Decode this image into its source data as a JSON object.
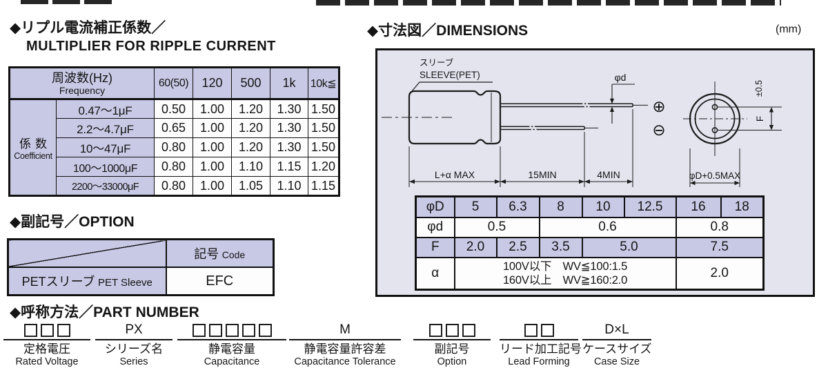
{
  "ripple": {
    "title_jp": "◆リプル電流補正係数／",
    "title_en": "MULTIPLIER FOR RIPPLE CURRENT",
    "header": {
      "freq_jp": "周波数(Hz)",
      "freq_en": "Frequency",
      "cols": [
        "60(50)",
        "120",
        "500",
        "1k",
        "10k≦"
      ]
    },
    "coeff_jp": "係数",
    "coeff_en": "Coefficient",
    "rows": [
      {
        "range": "0.47～1μF",
        "values": [
          "0.50",
          "1.00",
          "1.20",
          "1.30",
          "1.50"
        ]
      },
      {
        "range": "2.2～4.7μF",
        "values": [
          "0.65",
          "1.00",
          "1.20",
          "1.30",
          "1.50"
        ]
      },
      {
        "range": "10～47μF",
        "values": [
          "0.80",
          "1.00",
          "1.20",
          "1.30",
          "1.50"
        ]
      },
      {
        "range": "100～1000μF",
        "values": [
          "0.80",
          "1.00",
          "1.10",
          "1.15",
          "1.20"
        ]
      },
      {
        "range": "2200～33000μF",
        "values": [
          "0.80",
          "1.00",
          "1.05",
          "1.10",
          "1.15"
        ]
      }
    ]
  },
  "option": {
    "title": "◆副記号／OPTION",
    "code_header_jp": "記号",
    "code_header_en": "Code",
    "row": {
      "label_jp": "PETスリーブ",
      "label_en": "PET Sleeve",
      "code": "EFC"
    }
  },
  "dimensions": {
    "title": "◆寸法図／DIMENSIONS",
    "unit": "(mm)",
    "diagram": {
      "sleeve_jp": "スリーブ",
      "sleeve_en": "SLEEVE(PET)",
      "lead_dia_label": "φd",
      "polarity_plus": "⊕",
      "polarity_minus": "⊖",
      "body_length_label": "L+α MAX",
      "lead_min_label": "15MIN",
      "tip_min_label": "4MIN",
      "f_tolerance_label": "±0.5",
      "lead_space_label": "F",
      "case_dia_label": "φD+0.5MAX"
    },
    "table": {
      "d_label": "φD",
      "d_values": [
        "5",
        "6.3",
        "8",
        "10",
        "12.5",
        "16",
        "18"
      ],
      "lead_label": "φd",
      "lead_values": [
        "0.5",
        "0.6",
        "0.8"
      ],
      "f_label": "F",
      "f_values": [
        "2.0",
        "2.5",
        "3.5",
        "5.0",
        "7.5"
      ],
      "alpha_label": "α",
      "alpha_note_line1": "100V以下　WV≦100:1.5",
      "alpha_note_line2": "160V以上　WV≧160:2.0",
      "alpha_value": "2.0"
    }
  },
  "part_number": {
    "title": "◆呼称方法／PART NUMBER",
    "fields": [
      {
        "code": "",
        "jp": "定格電圧",
        "en": "Rated Voltage"
      },
      {
        "code": "PX",
        "jp": "シリーズ名",
        "en": "Series"
      },
      {
        "code": "",
        "jp": "静電容量",
        "en": "Capacitance"
      },
      {
        "code": "M",
        "jp": "静電容量許容差",
        "en": "Capacitance Tolerance"
      },
      {
        "code": "",
        "jp": "副記号",
        "en": "Option"
      },
      {
        "code": "",
        "jp": "リード加工記号",
        "en": "Lead Forming"
      },
      {
        "code": "D×L",
        "jp": "ケースサイズ",
        "en": "Case Size"
      }
    ]
  },
  "colors": {
    "accent_lavender": "#c8c9e5",
    "panel_bg": "#e4e4ef",
    "line": "#101010"
  }
}
